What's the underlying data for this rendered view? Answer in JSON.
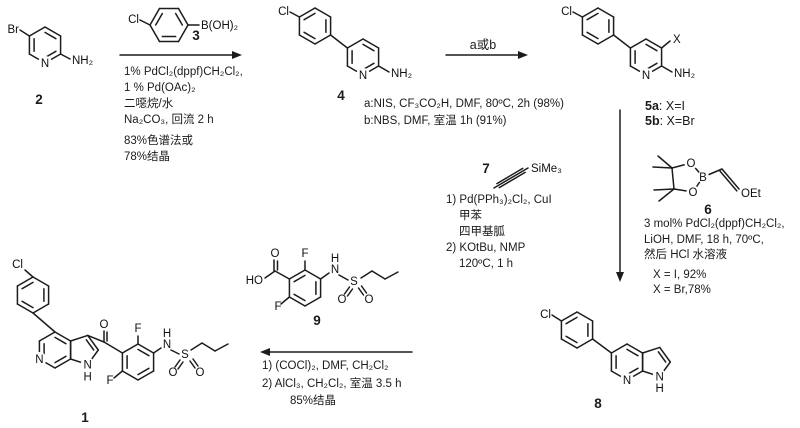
{
  "scheme": {
    "compounds": {
      "c2": {
        "number": "2",
        "atoms": {
          "br": "Br",
          "ring_n": "N",
          "amine": "NH₂"
        }
      },
      "c3": {
        "number": "3",
        "atoms": {
          "cl": "Cl",
          "boronic": "B(OH)₂"
        }
      },
      "c4": {
        "number": "4",
        "atoms": {
          "cl": "Cl",
          "ring_n": "N",
          "amine": "NH₂"
        }
      },
      "c5": {
        "number_a": "5a",
        "variant_a": ": X=I",
        "number_b": "5b",
        "variant_b": ": X=Br",
        "atoms": {
          "cl": "Cl",
          "x": "X",
          "ring_n": "N",
          "amine": "NH₂"
        }
      },
      "c6": {
        "number": "6",
        "atoms": {
          "o_top": "O",
          "o_bottom": "O",
          "b": "B",
          "oet": "OEt"
        }
      },
      "c7": {
        "number": "7",
        "atoms": {
          "sime3": "SiMe₃"
        }
      },
      "c8": {
        "number": "8",
        "atoms": {
          "cl": "Cl",
          "pyridine_n": "N",
          "pyrrole_n": "N",
          "pyrrole_h": "H"
        }
      },
      "c9": {
        "number": "9",
        "atoms": {
          "carbonyl_o": "O",
          "ho": "HO",
          "f_top": "F",
          "f_bottom": "F",
          "nh_h": "H",
          "nh_n": "N",
          "s": "S",
          "so_left": "O",
          "so_right": "O"
        }
      },
      "c1": {
        "number": "1",
        "atoms": {
          "cl": "Cl",
          "pyridine_n": "N",
          "pyrrole_n": "N",
          "pyrrole_h": "H",
          "ketone_o": "O",
          "f_top": "F",
          "f_bottom": "F",
          "nh_h": "H",
          "nh_n": "N",
          "s": "S",
          "so_left": "O",
          "so_right": "O"
        }
      }
    },
    "steps": {
      "step1": {
        "conditions": [
          "1% PdCl₂(dppf)CH₂Cl₂,",
          "1 % Pd(OAc)₂",
          "二噁烷/水",
          "Na₂CO₃, 回流 2 h",
          "83%色谱法或",
          "78%结晶"
        ]
      },
      "step2": {
        "arrow_label": "a或b",
        "conditions": [
          "a:NIS, CF₃CO₂H, DMF, 80ºC, 2h (98%)",
          "b:NBS, DMF, 室温 1h (91%)"
        ]
      },
      "step3_route_alkyne": {
        "conditions": [
          "1) Pd(PPh₃)₂Cl₂, CuI",
          "甲苯",
          "四甲基胍",
          "2) KOtBu, NMP",
          "120ºC, 1 h"
        ]
      },
      "step3_route_boronate": {
        "conditions": [
          "3 mol% PdCl₂(dppf)CH₂Cl₂,",
          "LiOH, DMF, 18 h, 70ºC,",
          "然后 HCl 水溶液",
          "X = I, 92%",
          "X = Br,78%"
        ]
      },
      "step4": {
        "conditions": [
          "1) (COCl)₂, DMF, CH₂Cl₂",
          "2) AlCl₃, CH₂Cl₂, 室温 3.5 h",
          "85%结晶"
        ]
      }
    }
  }
}
